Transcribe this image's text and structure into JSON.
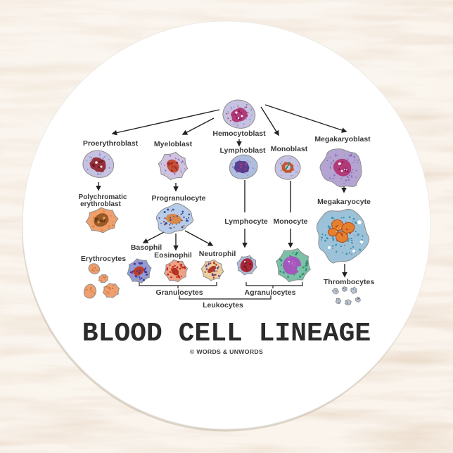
{
  "background": {
    "base": "#e6d3bf",
    "overlay": "#f6ecdf",
    "coaster": "#ffffff"
  },
  "palette": {
    "ink": "#3a3a3a",
    "arrow": "#222222",
    "outline": "#8c8c8c",
    "white": "#ffffff",
    "lavender": "#c6c2e2",
    "lavenderSpeckle": "#8f86c6",
    "magenta": "#b23a78",
    "magentaDark": "#7e2054",
    "darkRed": "#943039",
    "pinkLav": "#cfc4e0",
    "redGranule": "#a6281e",
    "rustOrange": "#c4513a",
    "indigo": "#5a3f90",
    "orangeRing": "#c3562e",
    "purpleBody": "#b3a4d2",
    "purpleSpeckle": "#9068b8",
    "salmon": "#f0a06e",
    "salmonSpeckle": "#de7f3e",
    "brown": "#9a5a26",
    "brownDark": "#5c3413",
    "tan": "#d99a58",
    "lightBlue": "#b7cce8",
    "navy": "#3a4a9e",
    "orangePatch": "#d8894a",
    "rbc": "#efa070",
    "rbcSpeckle": "#d3763c",
    "basoBody": "#939bd2",
    "basoGranule": "#45348c",
    "basoCenter": "#c03d28",
    "eosBody": "#eca287",
    "eosGranule": "#c22815",
    "eosCenter": "#b33422",
    "neutBody": "#ead0a0",
    "neutGranuleRed": "#b02a28",
    "neutGranulePurple": "#5f48a0",
    "neutCenter": "#b0392e",
    "lymphBody": "#afbede",
    "lymphSpeckle": "#8098c8",
    "crimson": "#a62736",
    "crimsonDark": "#6e1520",
    "tealBody": "#7cc0a8",
    "tealSpeckle": "#2f8e6e",
    "violet": "#a257bc",
    "violetSpeckle": "#c060c8",
    "megaBody": "#9cc2da",
    "megaSpeckle": "#3e92aa",
    "megaRed": "#b84038",
    "megaNuc": "#e5812e",
    "megaNucEdge": "#b5481e",
    "megaNucDots": "#a03818",
    "yellowDot": "#f0c060",
    "thrombo": "#bcc9d8",
    "thromboDot": "#5a6a8a"
  },
  "diagram": {
    "title": "BLOOD CELL LINEAGE",
    "copyright": "© WORDS & UNWORDS",
    "nodes": {
      "hemocytoblast": "Hemocytoblast",
      "proerythroblast": "Proerythroblast",
      "myeloblast": "Myeloblast",
      "lymphoblast": "Lymphoblast",
      "monoblast": "Monoblast",
      "megakaryoblast": "Megakaryoblast",
      "polychromatic_line1": "Polychromatic",
      "polychromatic_line2": "erythroblast",
      "progranulocyte": "Progranulocyte",
      "erythrocytes": "Erythrocytes",
      "basophil": "Basophil",
      "eosinophil": "Eosinophil",
      "neutrophil": "Neutrophil",
      "lymphocyte": "Lymphocyte",
      "monocyte": "Monocyte",
      "megakaryocyte": "Megakaryocyte",
      "thrombocytes": "Thrombocytes"
    },
    "groups": {
      "granulocytes": "Granulocytes",
      "agranulocytes": "Agranulocytes",
      "leukocytes": "Leukocytes"
    }
  }
}
